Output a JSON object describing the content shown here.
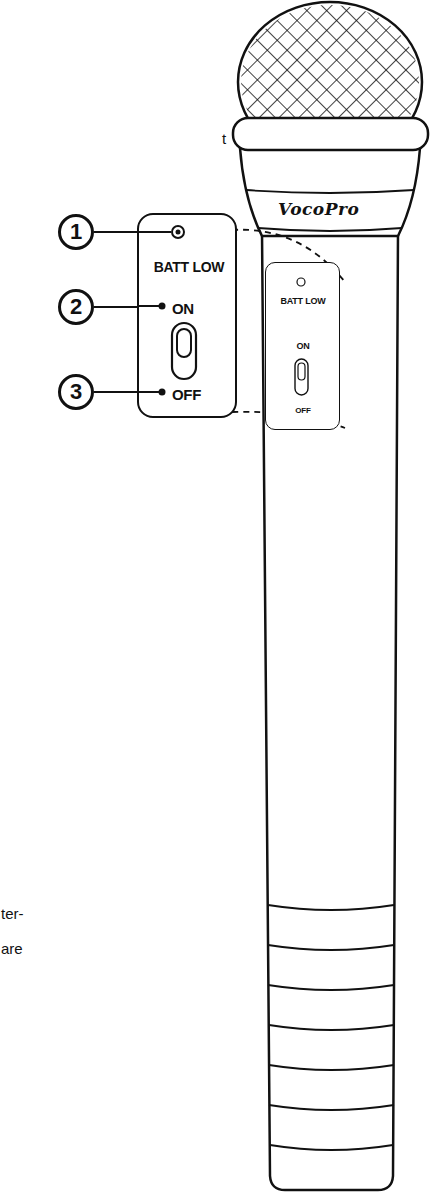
{
  "diagram": {
    "nodes": [
      {
        "text": [
          "BATT LOW",
          "ON",
          "OFF"
        ]
      },
      {
        "text": [
          "BATT LOW",
          "ON",
          "OFF"
        ]
      },
      {
        "text": [
          "1"
        ]
      },
      {
        "text": [
          "2"
        ]
      },
      {
        "text": [
          "3"
        ]
      }
    ],
    "edges": [
      {
        "from": 2,
        "to": 0,
        "arrow": "none"
      },
      {
        "from": 3,
        "to": 0,
        "arrow": "none"
      },
      {
        "from": 4,
        "to": 0,
        "arrow": "none"
      }
    ],
    "labels": [
      "VocoPro",
      "t",
      "ter-",
      "are"
    ]
  }
}
